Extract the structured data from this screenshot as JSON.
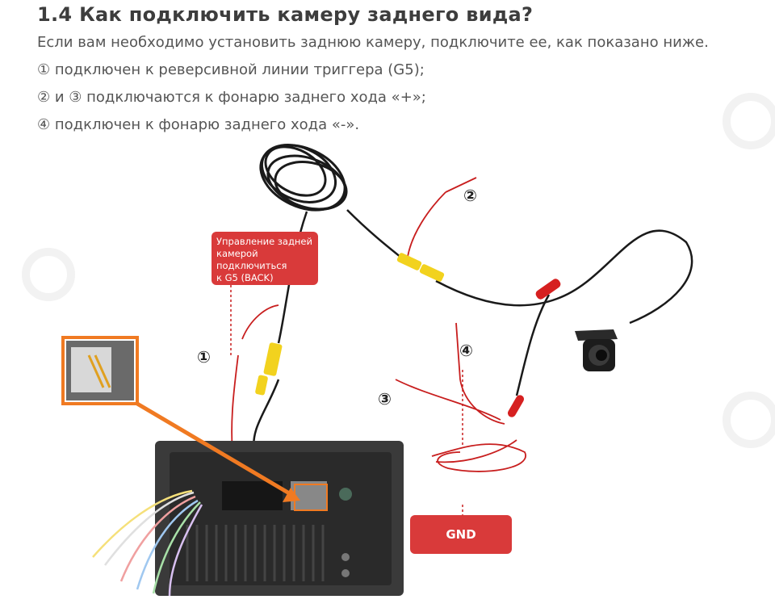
{
  "heading": "1.4 Как подключить камеру заднего вида?",
  "lines": [
    "Если вам необходимо установить заднюю камеру, подключите ее, как показано ниже.",
    "① подключен к реверсивной линии триггера (G5);",
    "② и ③ подключаются к фонарю заднего хода «+»;",
    "④ подключен к фонарю заднего хода «-»."
  ],
  "callouts": {
    "back": "Управление задней\nкамерой\nподключиться\nк G5 (BACK)",
    "gnd": "GND"
  },
  "markers": {
    "m1": "①",
    "m2": "②",
    "m3": "③",
    "m4": "④"
  },
  "colors": {
    "callout": "#d93a3a",
    "highlight": "#f07a22",
    "wire_red": "#c81e1e",
    "rca_yellow": "#f2d21e"
  }
}
